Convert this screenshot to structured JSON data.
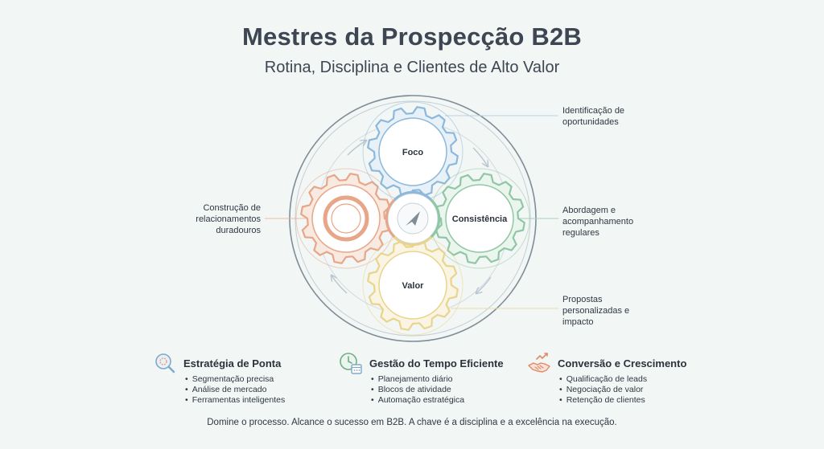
{
  "header": {
    "title": "Mestres da Prospecção B2B",
    "subtitle": "Rotina, Disciplina e Clientes de Alto Valor"
  },
  "gears": [
    {
      "id": "foco",
      "label": "Foco",
      "color": "#8cb8dc",
      "fill": "#e8f1f8"
    },
    {
      "id": "consistencia",
      "label": "Consistência",
      "color": "#8fc7a4",
      "fill": "#eaf5ee"
    },
    {
      "id": "valor",
      "label": "Valor",
      "color": "#ead48c",
      "fill": "#faf5e3"
    },
    {
      "id": "relacionamentos",
      "label": "",
      "color": "#e8a688",
      "fill": "#f8e9e1"
    }
  ],
  "callouts": {
    "top_right": [
      "Identificação de",
      "oportunidades"
    ],
    "mid_right": [
      "Abordagem e",
      "acompanhamento",
      "regulares"
    ],
    "bottom_right": [
      "Propostas",
      "personalizadas e",
      "impacto"
    ],
    "left": [
      "Construção de",
      "relacionamentos",
      "duradouros"
    ]
  },
  "columns": [
    {
      "title": "Estratégia de Ponta",
      "icon": "magnifier-gear-icon",
      "items": [
        "Segmentação precisa",
        "Análise de mercado",
        "Ferramentas inteligentes"
      ]
    },
    {
      "title": "Gestão do Tempo Eficiente",
      "icon": "clock-calendar-icon",
      "items": [
        "Planejamento diário",
        "Blocos de atividade",
        "Automação estratégica"
      ]
    },
    {
      "title": "Conversão e Crescimento",
      "icon": "handshake-growth-icon",
      "items": [
        "Qualificação de leads",
        "Negociação de valor",
        "Retenção de clientes"
      ]
    }
  ],
  "footer": "Domine o processo. Alcance o sucesso em B2B. A chave é a disciplina e a excelência na execução.",
  "colors": {
    "ring": "#b9c6cf",
    "blue": "#8cb8dc",
    "green": "#8fc7a4",
    "yellow": "#ead48c",
    "orange": "#e8a688"
  }
}
